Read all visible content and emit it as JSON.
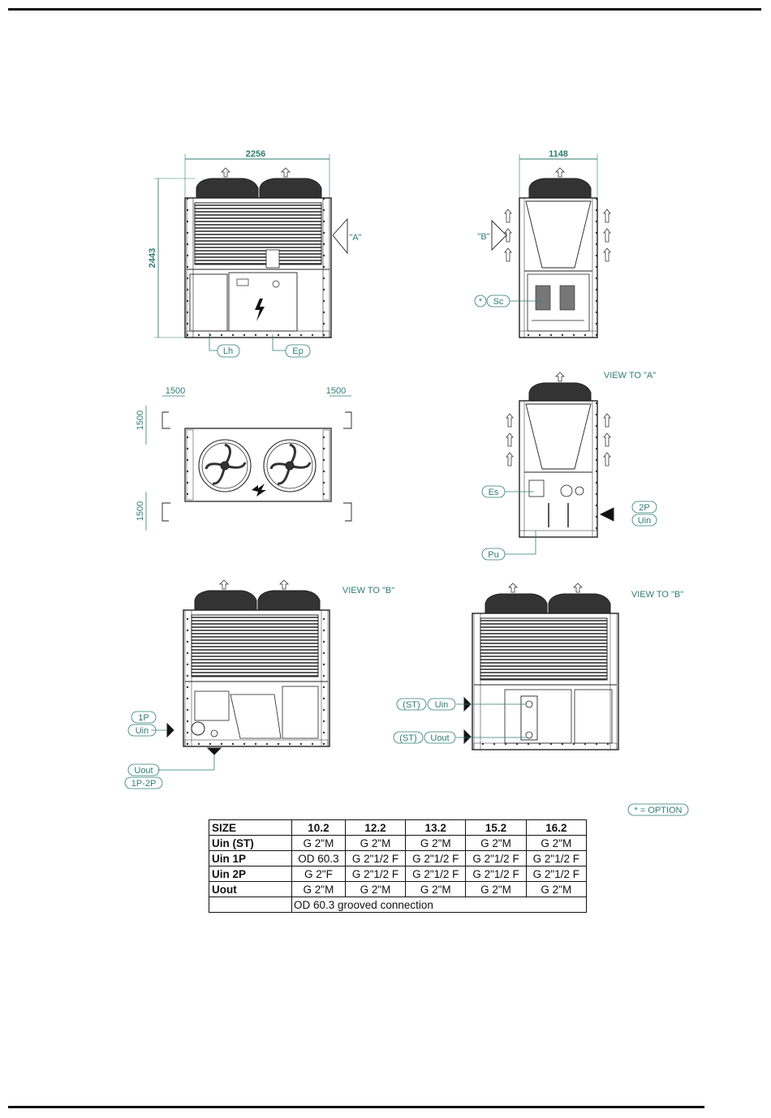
{
  "dimensions": {
    "width_front": "2256",
    "height_front": "2443",
    "width_side": "1148",
    "clear_left": "1500",
    "clear_right": "1500",
    "clear_top": "1500",
    "clear_bottom": "1500"
  },
  "views": {
    "view_a": "VIEW TO \"A\"",
    "view_b1": "VIEW TO \"B\"",
    "view_b2": "VIEW TO \"B\""
  },
  "markers": {
    "a": "\"A\"",
    "b": "\"B\"",
    "star": "*"
  },
  "labels": {
    "lh": "Lh",
    "ep": "Ep",
    "sc": "Sc",
    "es": "Es",
    "pu": "Pu",
    "p2": "2P",
    "uin_a": "Uin",
    "p1": "1P",
    "uin_b1": "Uin",
    "uout_b1": "Uout",
    "p1p2": "1P-2P",
    "st1": "(ST)",
    "uin_b2": "Uin",
    "st2": "(ST)",
    "uout_b2": "Uout",
    "option": "* = OPTION"
  },
  "table": {
    "headers": [
      "SIZE",
      "10.2",
      "12.2",
      "13.2",
      "15.2",
      "16.2"
    ],
    "rows": [
      {
        "label": "Uin (ST)",
        "cells": [
          "G 2\"M",
          "G 2\"M",
          "G 2\"M",
          "G 2\"M",
          "G 2\"M"
        ]
      },
      {
        "label": "Uin 1P",
        "cells": [
          "OD 60.3",
          "G 2\"1/2 F",
          "G 2\"1/2 F",
          "G 2\"1/2 F",
          "G 2\"1/2 F"
        ]
      },
      {
        "label": "Uin 2P",
        "cells": [
          "G 2\"F",
          "G 2\"1/2 F",
          "G 2\"1/2 F",
          "G 2\"1/2 F",
          "G 2\"1/2 F"
        ]
      },
      {
        "label": "Uout",
        "cells": [
          "G 2\"M",
          "G 2\"M",
          "G 2\"M",
          "G 2\"M",
          "G 2\"M"
        ]
      }
    ],
    "note": "OD 60.3 grooved connection"
  },
  "colors": {
    "dimension": "#2e7d72",
    "line": "#222222"
  }
}
